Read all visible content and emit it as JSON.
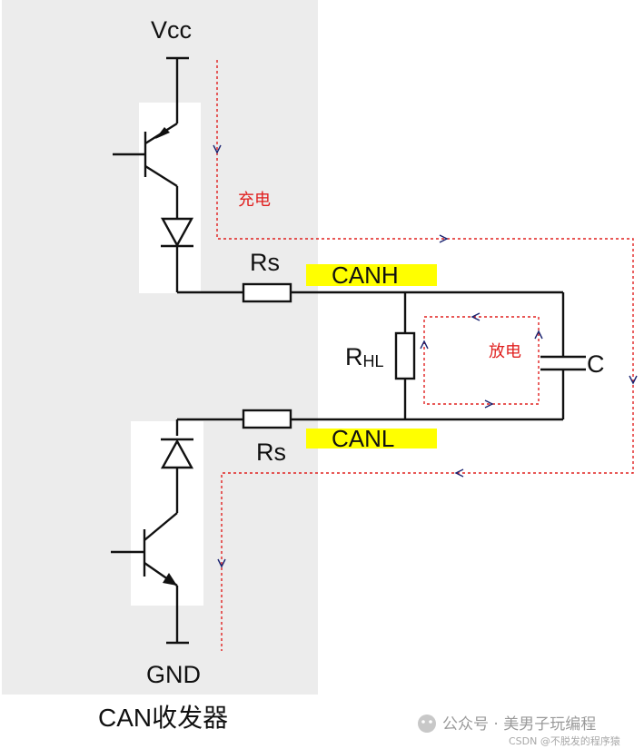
{
  "labels": {
    "vcc": "Vcc",
    "gnd": "GND",
    "transceiver": "CAN收发器",
    "rs_top": "Rs",
    "rs_bottom": "Rs",
    "canh": "CANH",
    "canl": "CANL",
    "rhl_main": "R",
    "rhl_sub": "HL",
    "capacitor": "C",
    "charge": "充电",
    "discharge": "放电"
  },
  "watermark": {
    "line1": "公众号 · 美男子玩编程",
    "line2": "CSDN @不脱发的程序猿"
  },
  "colors": {
    "panel": "#ececec",
    "highlight": "#ffff00",
    "flow": "#e0201f",
    "arrow": "#1a2370",
    "wire": "#111111"
  }
}
